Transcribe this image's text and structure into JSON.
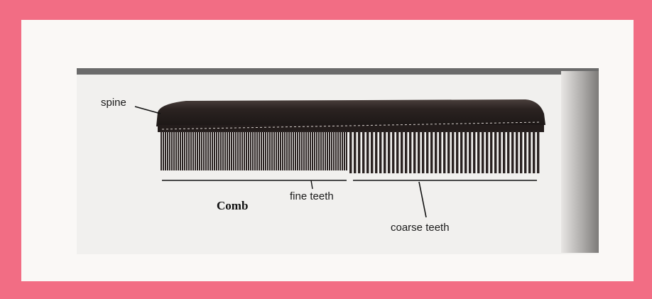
{
  "figure": {
    "caption": "Comb",
    "labels": {
      "spine": "spine",
      "fine_teeth": "fine teeth",
      "coarse_teeth": "coarse teeth"
    }
  },
  "colors": {
    "border": "#f26d84",
    "paper": "#faf8f6",
    "comb": "#2a2221",
    "shelf": "#6b6b6b"
  }
}
